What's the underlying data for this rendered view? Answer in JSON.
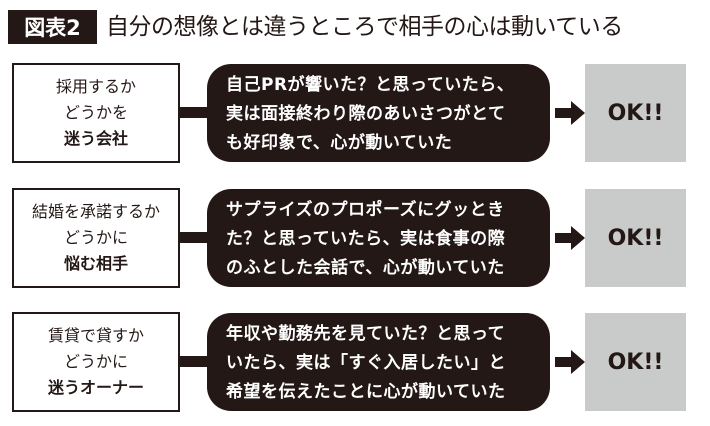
{
  "header": {
    "badge": "図表2",
    "title": "自分の想像とは違うところで相手の心は動いている"
  },
  "rows": [
    {
      "left": [
        "採用するか",
        "どうかを",
        "迷う会社"
      ],
      "middle": [
        "自己PRが響いた？と思っていたら、",
        "実は面接終わり際のあいさつがとて",
        "も好印象で、心が動いていた"
      ],
      "result": "OK!!"
    },
    {
      "left": [
        "結婚を承諾するか",
        "どうかに",
        "悩む相手"
      ],
      "middle": [
        "サプライズのプロポーズにグッとき",
        "た？と思っていたら、実は食事の際",
        "のふとした会話で、心が動いていた"
      ],
      "result": "OK!!"
    },
    {
      "left": [
        "賃貸で貸すか",
        "どうかに",
        "迷うオーナー"
      ],
      "middle": [
        "年収や勤務先を見ていた？と思って",
        "いたら、実は「すぐ入居したい」と",
        "希望を伝えたことに心が動いていた"
      ],
      "result": "OK!!"
    }
  ]
}
